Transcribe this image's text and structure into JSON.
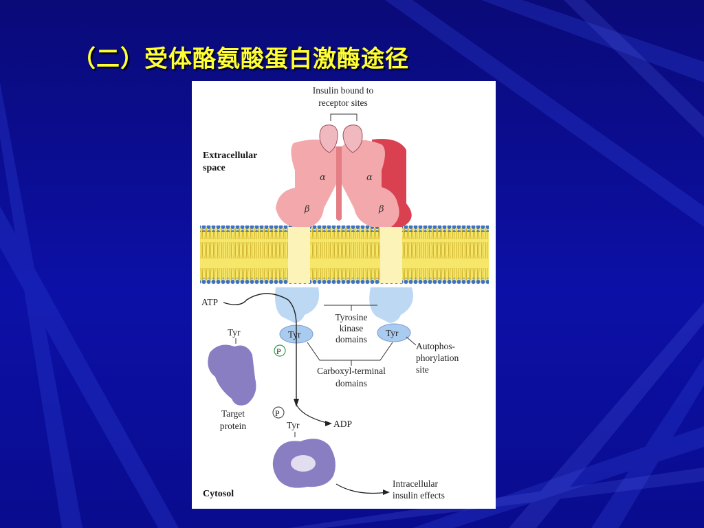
{
  "slide": {
    "title": "（二）受体酪氨酸蛋白激酶途径"
  },
  "figure": {
    "insulin_label_line1": "Insulin bound to",
    "insulin_label_line2": "receptor sites",
    "extracellular_line1": "Extracellular",
    "extracellular_line2": "space",
    "alpha": "α",
    "beta": "β",
    "atp": "ATP",
    "tyr": "Tyr",
    "p_symbol": "P",
    "tk_line1": "Tyrosine",
    "tk_line2": "kinase",
    "tk_line3": "domains",
    "auto_line1": "Autophos-",
    "auto_line2": "phorylation",
    "auto_line3": "site",
    "ct_line1": "Carboxyl-terminal",
    "ct_line2": "domains",
    "target_line1": "Target",
    "target_line2": "protein",
    "adp": "ADP",
    "cytosol": "Cytosol",
    "effects_line1": "Intracellular",
    "effects_line2": "insulin effects"
  },
  "colors": {
    "background": "#0c10a6",
    "title": "#ffff33",
    "receptor_pink": "#f2a4a8",
    "receptor_red": "#d63a4a",
    "kinase_blue": "#b9d6f2",
    "membrane_yellow": "#f4e05a",
    "membrane_head_blue": "#3a6fc0",
    "protein_purple": "#8a7ec0"
  }
}
